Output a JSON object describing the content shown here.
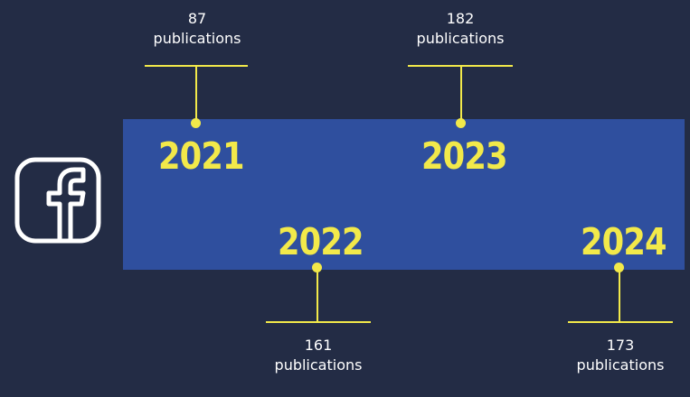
{
  "colors": {
    "background": "#232c45",
    "band": "#2f4f9e",
    "accent": "#f2e94a",
    "text": "#ffffff"
  },
  "logo_icon": "facebook-icon",
  "timeline": [
    {
      "year": "2021",
      "count": "87",
      "unit": "publications"
    },
    {
      "year": "2022",
      "count": "161",
      "unit": "publications"
    },
    {
      "year": "2023",
      "count": "182",
      "unit": "publications"
    },
    {
      "year": "2024",
      "count": "173",
      "unit": "publications"
    }
  ]
}
